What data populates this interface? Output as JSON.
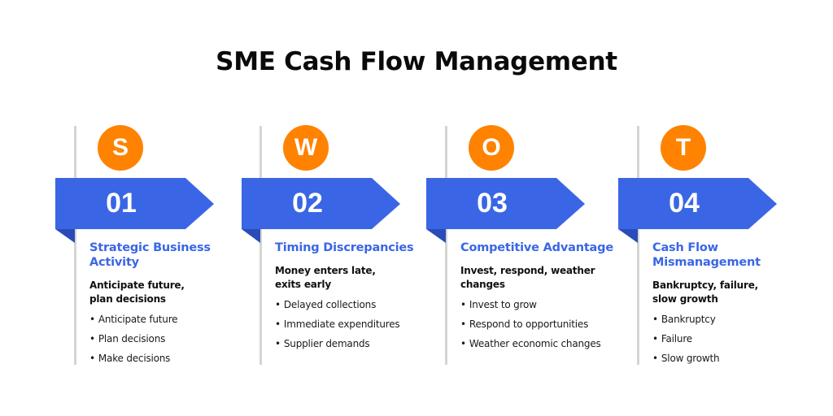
{
  "title": "SME Cash Flow Management",
  "colors": {
    "accent_blue": "#3a66e6",
    "banner_fold": "#2a4cb8",
    "circle_orange": "#ff8200",
    "divider_gray": "#d4d4d4"
  },
  "columns": [
    {
      "letter": "S",
      "number": "01",
      "heading": "Strategic Business Activity",
      "summary": "Anticipate future, plan decisions",
      "bullets": [
        "Anticipate future",
        "Plan decisions",
        "Make decisions"
      ]
    },
    {
      "letter": "W",
      "number": "02",
      "heading": "Timing Discrepancies",
      "summary": "Money enters late, exits early",
      "bullets": [
        "Delayed collections",
        "Immediate expenditures",
        "Supplier demands"
      ]
    },
    {
      "letter": "O",
      "number": "03",
      "heading": "Competitive Advantage",
      "summary": "Invest, respond, weather changes",
      "bullets": [
        "Invest to grow",
        "Respond to opportunities",
        "Weather economic changes"
      ]
    },
    {
      "letter": "T",
      "number": "04",
      "heading": "Cash Flow Mismanagement",
      "summary": "Bankruptcy, failure, slow growth",
      "bullets": [
        "Bankruptcy",
        "Failure",
        "Slow growth"
      ]
    }
  ],
  "bullet_glyph": "•"
}
